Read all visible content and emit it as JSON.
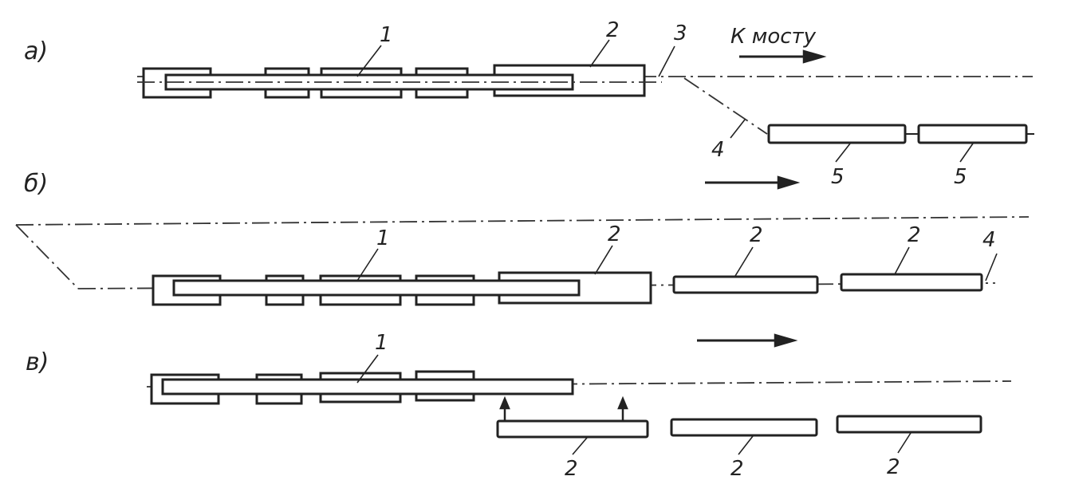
{
  "diagram": {
    "direction_label": "К мосту",
    "sections": {
      "a": "а)",
      "b": "б)",
      "v": "в)"
    },
    "labels": {
      "a_1": "1",
      "a_2": "2",
      "a_3": "3",
      "a_4": "4",
      "a_5_left": "5",
      "a_5_right": "5",
      "b_1": "1",
      "b_2_main": "2",
      "b_2_mid": "2",
      "b_2_right": "2",
      "b_4": "4",
      "v_1": "1",
      "v_2_left": "2",
      "v_2_mid": "2",
      "v_2_right": "2"
    }
  }
}
